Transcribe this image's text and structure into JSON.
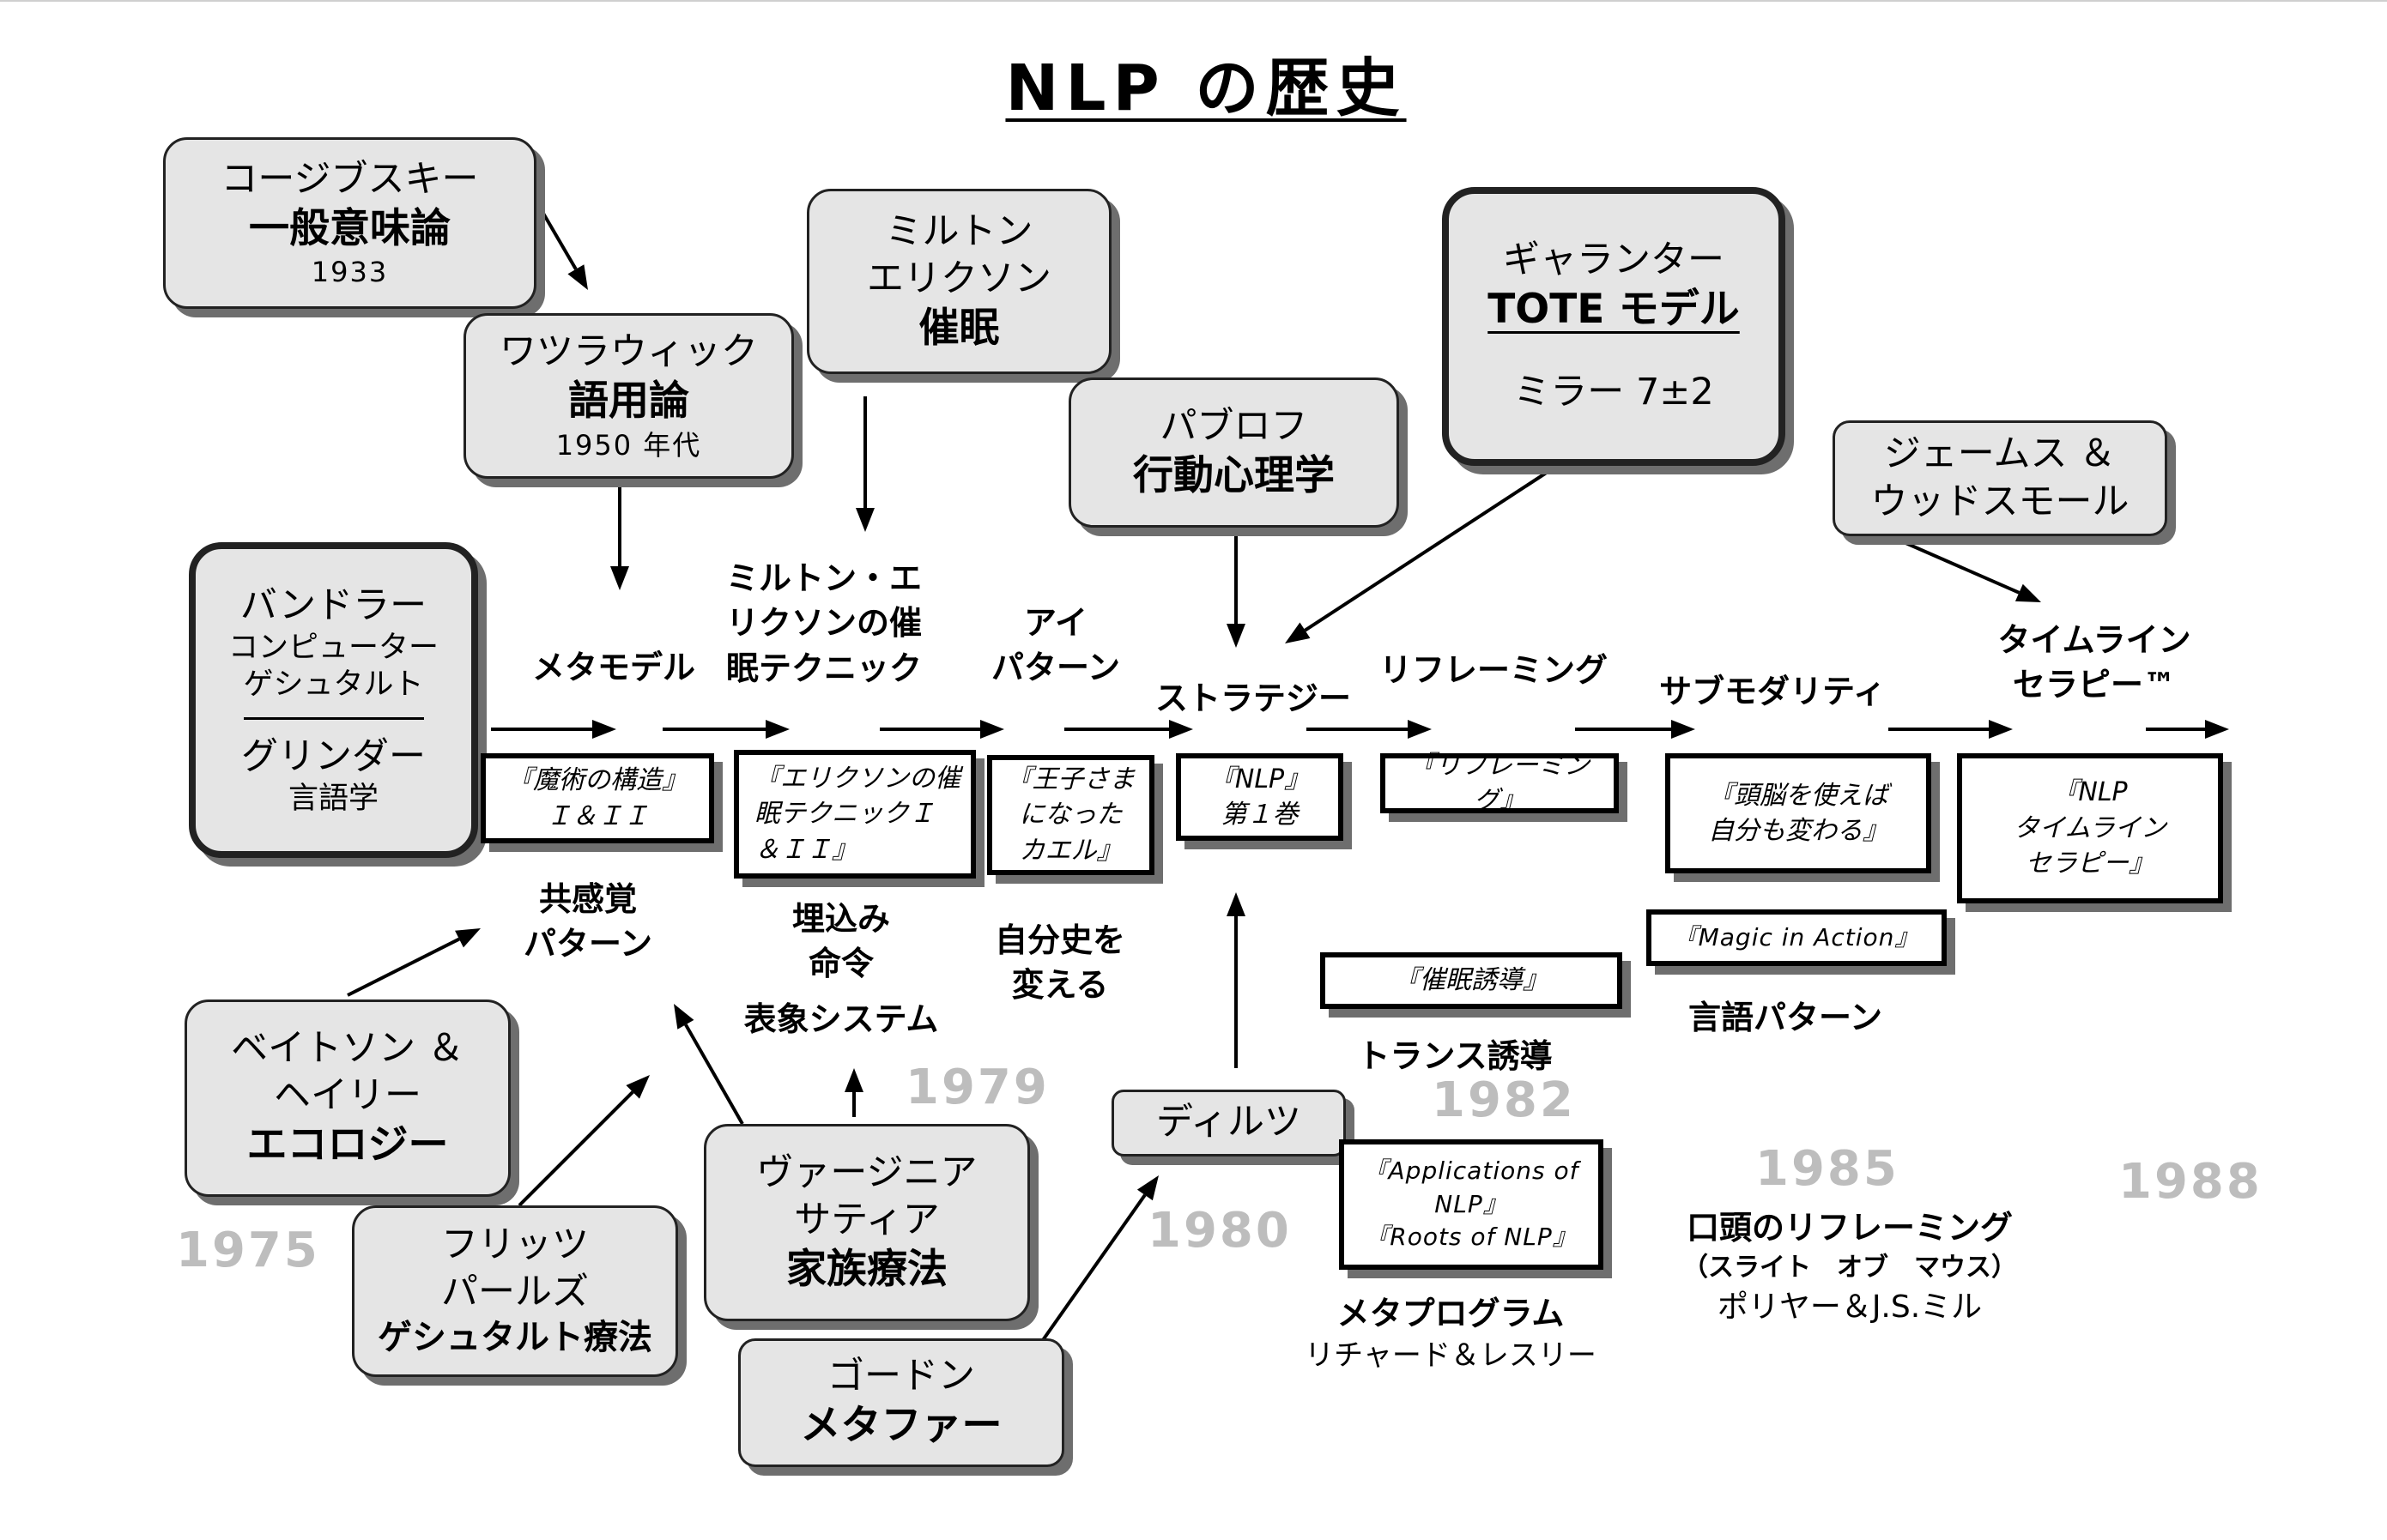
{
  "title": "NLP の歴史",
  "influences": {
    "korzybski": {
      "name": "コージブスキー",
      "topic": "一般意味論",
      "year": "1933"
    },
    "watzlawick": {
      "name": "ワツラウィック",
      "topic": "語用論",
      "year": "1950 年代"
    },
    "erickson": {
      "name1": "ミルトン",
      "name2": "エリクソン",
      "topic": "催眠"
    },
    "pavlov": {
      "name": "パブロフ",
      "topic": "行動心理学"
    },
    "galanter": {
      "name": "ギャランター",
      "topic": "TOTE モデル",
      "extra": "ミラー 7±2"
    },
    "james_woodsmall": {
      "line1": "ジェームス ＆",
      "line2": "ウッドスモール"
    },
    "founders": {
      "bandler": "バンドラー",
      "bandler_field1": "コンピューター",
      "bandler_field2": "ゲシュタルト",
      "grinder": "グリンダー",
      "grinder_field": "言語学"
    },
    "bateson_haley": {
      "line1": "ベイトソン ＆",
      "line2": "ヘイリー",
      "topic": "エコロジー"
    },
    "perls": {
      "line1": "フリッツ",
      "line2": "パールズ",
      "topic": "ゲシュタルト療法"
    },
    "satir": {
      "line1": "ヴァージニア",
      "line2": "サティア",
      "topic": "家族療法"
    },
    "gordon": {
      "name": "ゴードン",
      "topic": "メタファー"
    },
    "dilts": {
      "name": "ディルツ"
    }
  },
  "milestones": {
    "meta_model": "メタモデル",
    "erickson_technique": {
      "line1": "ミルトン・エ",
      "line2": "リクソンの催",
      "line3": "眠テクニック"
    },
    "eye_pattern": {
      "line1": "アイ",
      "line2": "パターン"
    },
    "strategy": "ストラテジー",
    "reframing": "リフレーミング",
    "submodality": "サブモダリティ",
    "timeline": {
      "line1": "タイムライン",
      "line2": "セラピー™"
    },
    "synesthesia": {
      "line1": "共感覚",
      "line2": "パターン"
    },
    "embedded": {
      "line1": "埋込み",
      "line2": "命令"
    },
    "rep_system": "表象システム",
    "change_history": {
      "line1": "自分史を",
      "line2": "変える"
    },
    "trance": "トランス誘導",
    "language_patterns": "言語パターン",
    "meta_program": "メタプログラム",
    "meta_program_by": "リチャード＆レスリー",
    "sleight": "口頭のリフレーミング",
    "sleight_sub": "（スライト　オブ　マウス）",
    "sleight_by": "ポリヤー＆J.S.ミル"
  },
  "books": {
    "structure_magic": {
      "line1": "『魔術の構造』",
      "line2": "Ｉ＆ＩＩ"
    },
    "erickson_tech": {
      "line1": "『エリクソンの催",
      "line2": "眠テクニックＩ",
      "line3": "＆ＩＩ』"
    },
    "frogs": {
      "line1": "『王子さま",
      "line2": "になった",
      "line3": "カエル』"
    },
    "nlp_vol1": {
      "line1": "『NLP』",
      "line2": "第１巻"
    },
    "reframing": "『リフレーミング』",
    "use_brain": {
      "line1": "『頭脳を使えば",
      "line2": "自分も変わる』"
    },
    "timeline_therapy": {
      "line1": "『NLP",
      "line2": "タイムライン",
      "line3": "セラピー』"
    },
    "hypnotic": "『催眠誘導』",
    "magic_action": "『Magic in Action』",
    "applications": {
      "line1": "『Applications of",
      "line2": "NLP』",
      "line3": "『Roots of NLP』"
    }
  },
  "years": {
    "y1975": "1975",
    "y1979": "1979",
    "y1980": "1980",
    "y1982": "1982",
    "y1985": "1985",
    "y1988": "1988"
  }
}
